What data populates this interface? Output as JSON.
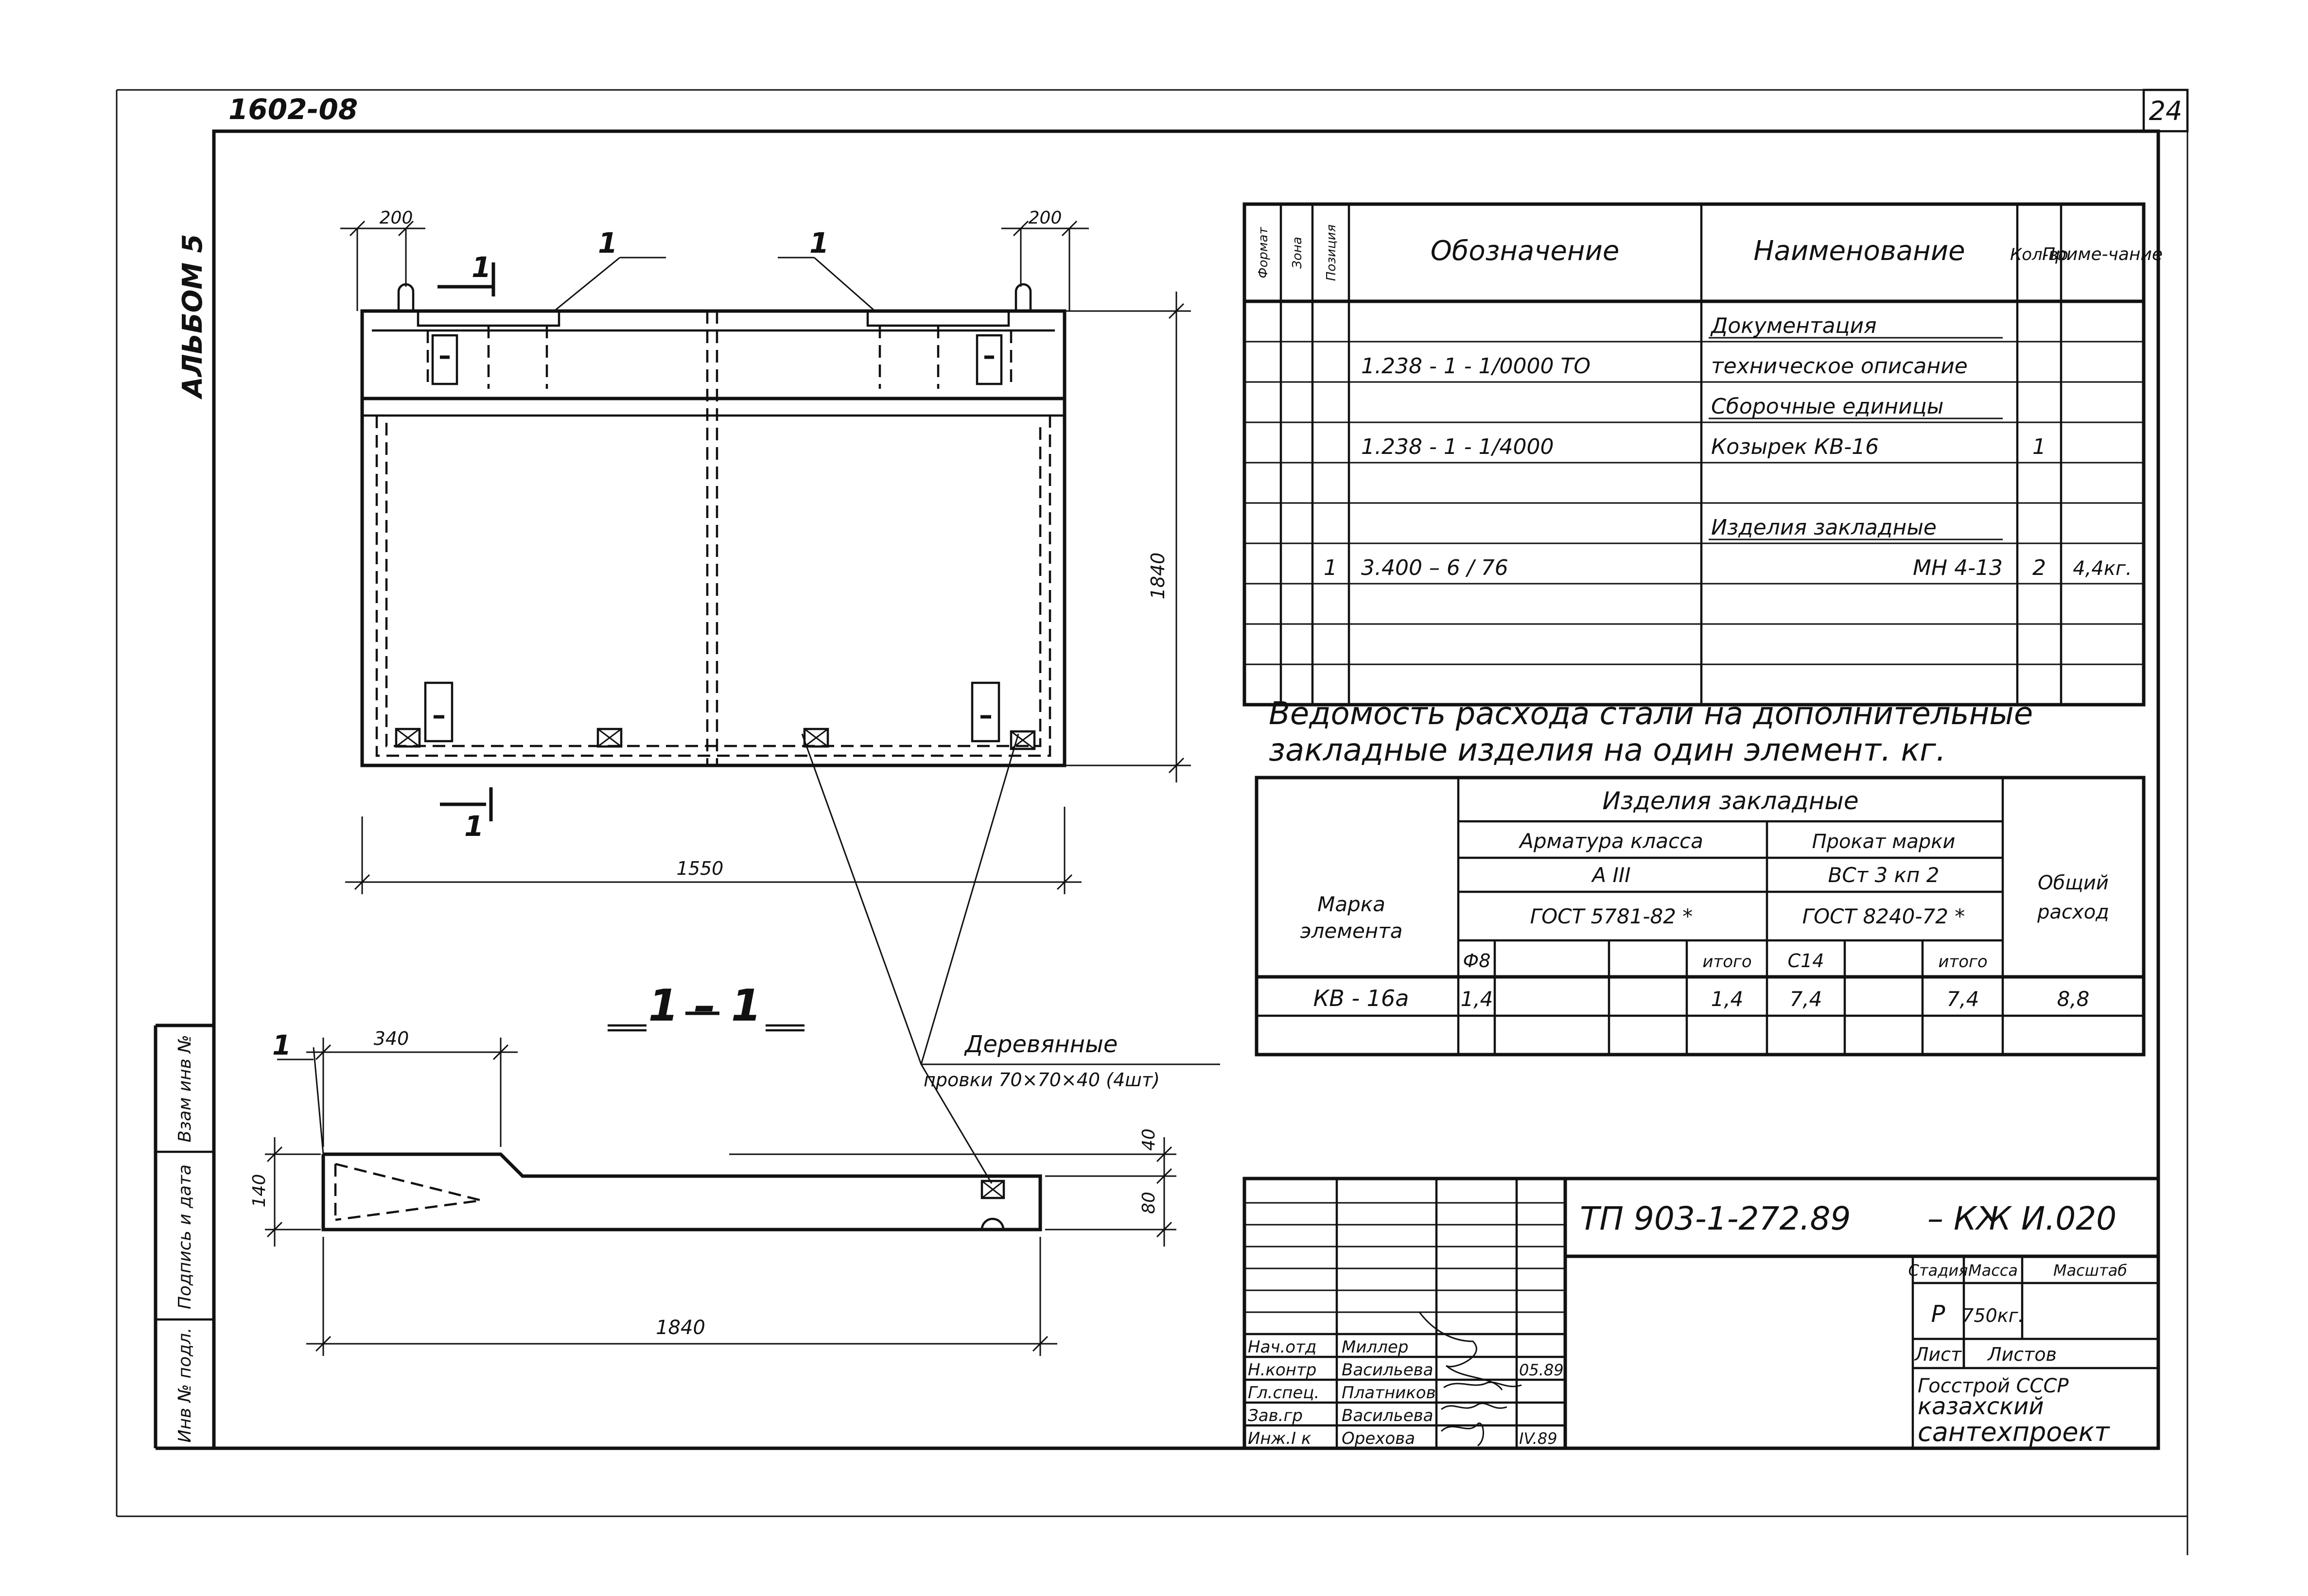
{
  "sheet": {
    "album_code": "1602-08",
    "album_vertical": "АЛЬБОМ 5",
    "page_number": "24"
  },
  "side_stamp": [
    "Инв № подл.",
    "Подпись и дата",
    "Взам инв №"
  ],
  "plan": {
    "dim_top_left": "200",
    "dim_top_right": "200",
    "dim_height": "1840",
    "dim_width": "1550",
    "leader_left": "1",
    "leader_right": "1",
    "section_mark_top": "1",
    "section_mark_bottom": "1"
  },
  "section": {
    "title": "1 – 1",
    "dim_top": "340",
    "dim_left": "140",
    "dim_right_top": "40",
    "dim_right_bottom": "80",
    "dim_length": "1840",
    "leader": "1",
    "wood_note_line1": "Деревянные",
    "wood_note_line2": "провки 70×70×40 (4шт)"
  },
  "spec_table": {
    "headers": [
      "Формат",
      "Зона",
      "Позиция",
      "Обозначение",
      "Наименование",
      "Кол-во",
      "Приме-чание"
    ],
    "rows": [
      {
        "pos": "",
        "code": "",
        "name": "Документация",
        "qty": "",
        "note": "",
        "underline": true
      },
      {
        "pos": "",
        "code": "1.238 - 1 - 1/0000   ТО",
        "name": "техническое описание",
        "qty": "",
        "note": "",
        "underline": false
      },
      {
        "pos": "",
        "code": "",
        "name": "Сборочные   единицы",
        "qty": "",
        "note": "",
        "underline": true
      },
      {
        "pos": "",
        "code": "1.238 - 1 - 1/4000",
        "name": "Козырек    КВ-16",
        "qty": "1",
        "note": "",
        "underline": false
      },
      {
        "pos": "",
        "code": "",
        "name": "",
        "qty": "",
        "note": "",
        "underline": false
      },
      {
        "pos": "",
        "code": "",
        "name": "Изделия  закладные",
        "qty": "",
        "note": "",
        "underline": true
      },
      {
        "pos": "1",
        "code": "3.400 – 6 / 76",
        "name": "МН 4-13",
        "qty": "2",
        "note": "4,4кг.",
        "underline": false
      },
      {
        "pos": "",
        "code": "",
        "name": "",
        "qty": "",
        "note": "",
        "underline": false
      },
      {
        "pos": "",
        "code": "",
        "name": "",
        "qty": "",
        "note": "",
        "underline": false
      },
      {
        "pos": "",
        "code": "",
        "name": "",
        "qty": "",
        "note": "",
        "underline": false
      }
    ]
  },
  "steel_table": {
    "title_line1": "Ведомость  расхода   стали на  дополнительные",
    "title_line2": "закладные  изделия   на один   элемент.   кг.",
    "group_header": "Изделия     закладные",
    "col_mark": "Марка элемента",
    "col_mark_line1": "Марка",
    "col_mark_line2": "элемента",
    "rebar_class": "Арматура класса",
    "rebar_grade": "А III",
    "rebar_gost": "ГОСТ  5781-82 *",
    "rolled_mark": "Прокат марки",
    "rolled_grade": "ВСт 3 кп 2",
    "rolled_gost": "ГОСТ  8240-72 *",
    "col_total_line1": "Общий",
    "col_total_line2": "расход",
    "sub_rebar": [
      "Ф8",
      "",
      "",
      "итого"
    ],
    "sub_rolled": [
      "С14",
      "",
      "итого"
    ],
    "row": {
      "mark": "КВ - 16а",
      "phi8": "1,4",
      "rebar_total": "1,4",
      "c14": "7,4",
      "rolled_total": "7,4",
      "total": "8,8"
    }
  },
  "title_block": {
    "doc_code": "ТП 903-1-272.89",
    "doc_suffix": "– КЖ И.020",
    "stage_label": "Стадия",
    "mass_label": "Масса",
    "scale_label": "Масштаб",
    "stage": "Р",
    "mass": "750кг.",
    "sheet_label": "Лист",
    "sheets_label": "Листов",
    "org_line1": "Госстрой  СССР",
    "org_line2": "казахский",
    "org_line3": "сантехпроект",
    "people": [
      {
        "role": "Нач.отд",
        "name": "Миллер",
        "date": ""
      },
      {
        "role": "Н.контр",
        "name": "Васильева",
        "date": "05.89"
      },
      {
        "role": "Гл.спец.",
        "name": "Платников",
        "date": ""
      },
      {
        "role": "Зав.гр",
        "name": "Васильева",
        "date": ""
      },
      {
        "role": "Инж.I к",
        "name": "Орехова",
        "date": "IV.89"
      }
    ]
  }
}
